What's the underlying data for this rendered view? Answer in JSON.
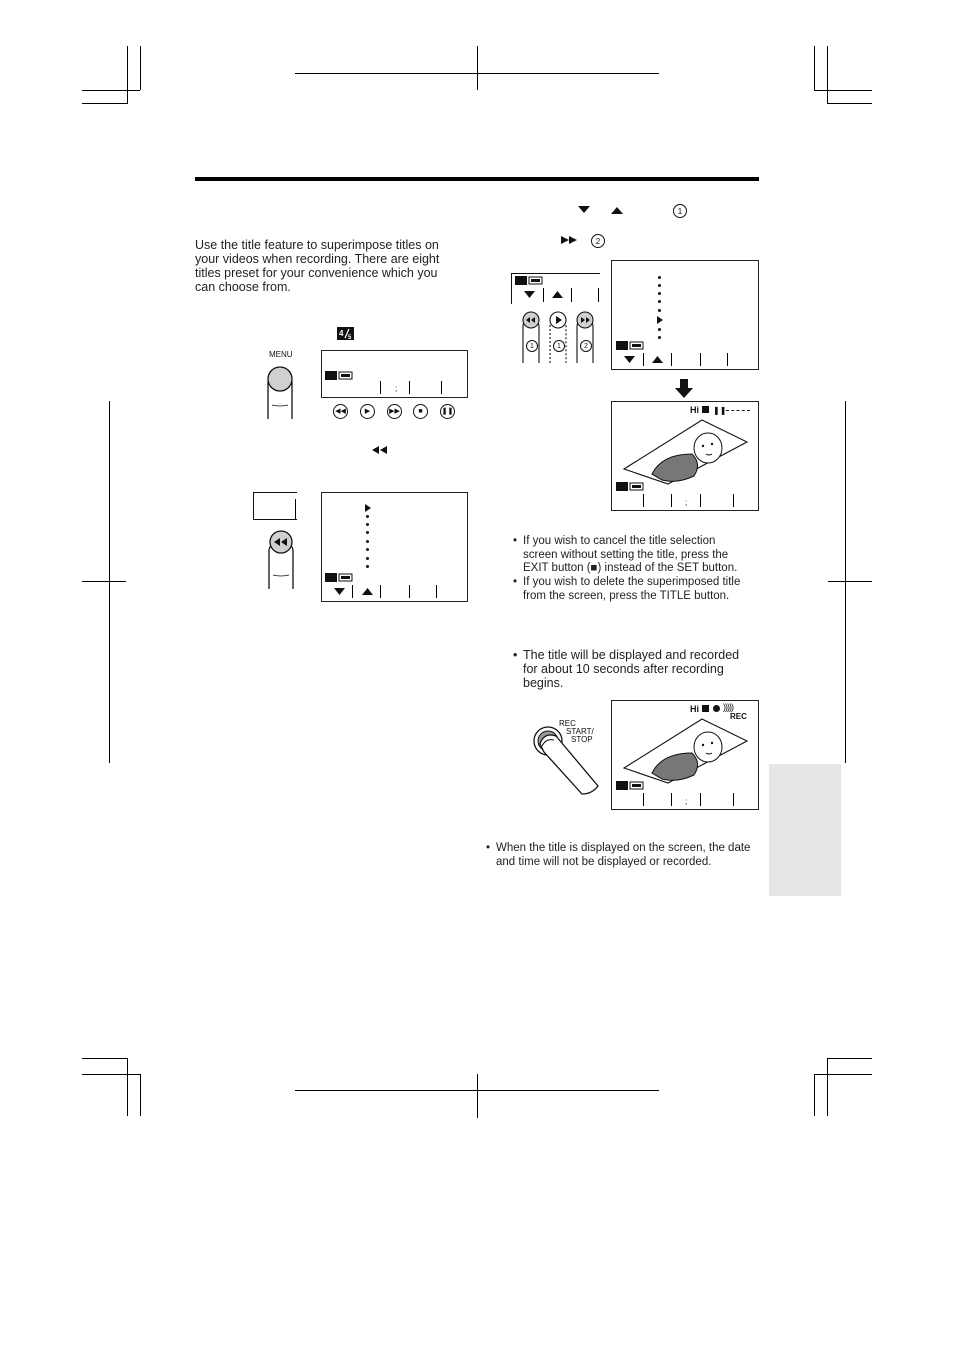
{
  "intro": {
    "text": "Use the title feature to superimpose titles on your videos when recording. There are eight titles preset for your convenience which you can choose from."
  },
  "labels": {
    "menu_button": "MENU",
    "rec_line1": "REC",
    "rec_line2": "START/",
    "rec_line3": "STOP",
    "hi8": "Hi",
    "rec_indicator": "REC",
    "colon": ";"
  },
  "callouts": {
    "step_num_1": "1",
    "step_num_2": "2"
  },
  "notes": {
    "cancel": "If you wish to cancel the title selection screen without setting the title, press the EXIT button (■) instead of the SET button.",
    "delete": "If you wish to delete the superimposed title from the screen, press the TITLE button.",
    "duration": "The title will be displayed and recorded for about 10 seconds after recording begins.",
    "date": "When the title is displayed on the screen, the date and time will not be displayed or recorded."
  },
  "colors": {
    "ink": "#111111",
    "tab_gray": "#e6e6e6",
    "baby_gray": "#777777"
  },
  "icons": [
    "remaining-icon",
    "battery-icon",
    "down-arrow-icon",
    "up-arrow-icon",
    "rewind-icon",
    "play-icon",
    "fast-forward-icon",
    "stop-icon",
    "pause-icon",
    "finger-press-icon",
    "baby-illustration"
  ]
}
